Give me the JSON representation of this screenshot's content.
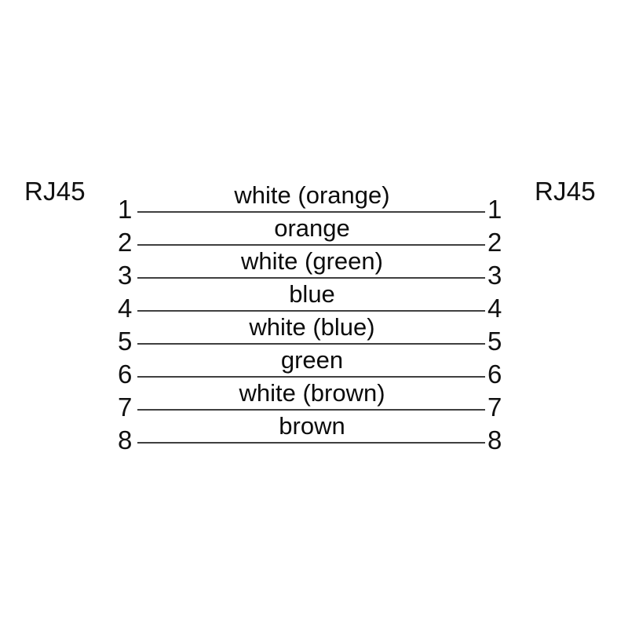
{
  "diagram": {
    "background_color": "#ffffff",
    "line_color": "#3f3f3f",
    "text_color": "#111111",
    "connectors": {
      "left_label": "RJ45",
      "right_label": "RJ45"
    },
    "pins": [
      {
        "left_number": "1",
        "right_number": "1",
        "wire_label": "white (orange)"
      },
      {
        "left_number": "2",
        "right_number": "2",
        "wire_label": "orange"
      },
      {
        "left_number": "3",
        "right_number": "3",
        "wire_label": "white (green)"
      },
      {
        "left_number": "4",
        "right_number": "4",
        "wire_label": "blue"
      },
      {
        "left_number": "5",
        "right_number": "5",
        "wire_label": "white (blue)"
      },
      {
        "left_number": "6",
        "right_number": "6",
        "wire_label": "green"
      },
      {
        "left_number": "7",
        "right_number": "7",
        "wire_label": "white (brown)"
      },
      {
        "left_number": "8",
        "right_number": "8",
        "wire_label": "brown"
      }
    ]
  }
}
